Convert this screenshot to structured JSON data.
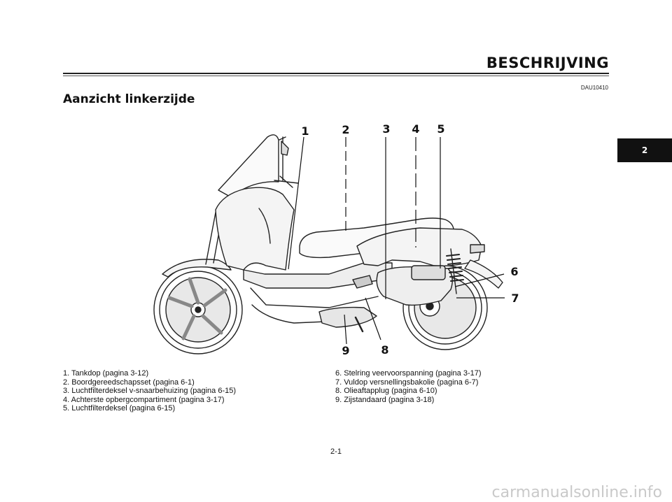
{
  "header": {
    "section_title": "BESCHRIJVING",
    "doc_code": "DAU10410",
    "chapter_tab": "2"
  },
  "page": {
    "heading": "Aanzicht linkerzijde",
    "page_number": "2-1"
  },
  "illustration": {
    "callouts": [
      "1",
      "2",
      "3",
      "4",
      "5",
      "6",
      "7",
      "8",
      "9"
    ]
  },
  "legend": {
    "left": [
      "1. Tankdop (pagina 3-12)",
      "2. Boordgereedschapsset (pagina 6-1)",
      "3. Luchtfilterdeksel v-snaarbehuizing (pagina 6-15)",
      "4. Achterste opbergcompartiment (pagina 3-17)",
      "5. Luchtfilterdeksel (pagina 6-15)"
    ],
    "right": [
      "6. Stelring veervoorspanning (pagina 3-17)",
      "7. Vuldop versnellingsbakolie (pagina 6-7)",
      "8. Olieaftapplug (pagina 6-10)",
      "9. Zijstandaard (pagina 3-18)"
    ]
  },
  "footer": {
    "watermark": "carmanualsonline.info"
  }
}
